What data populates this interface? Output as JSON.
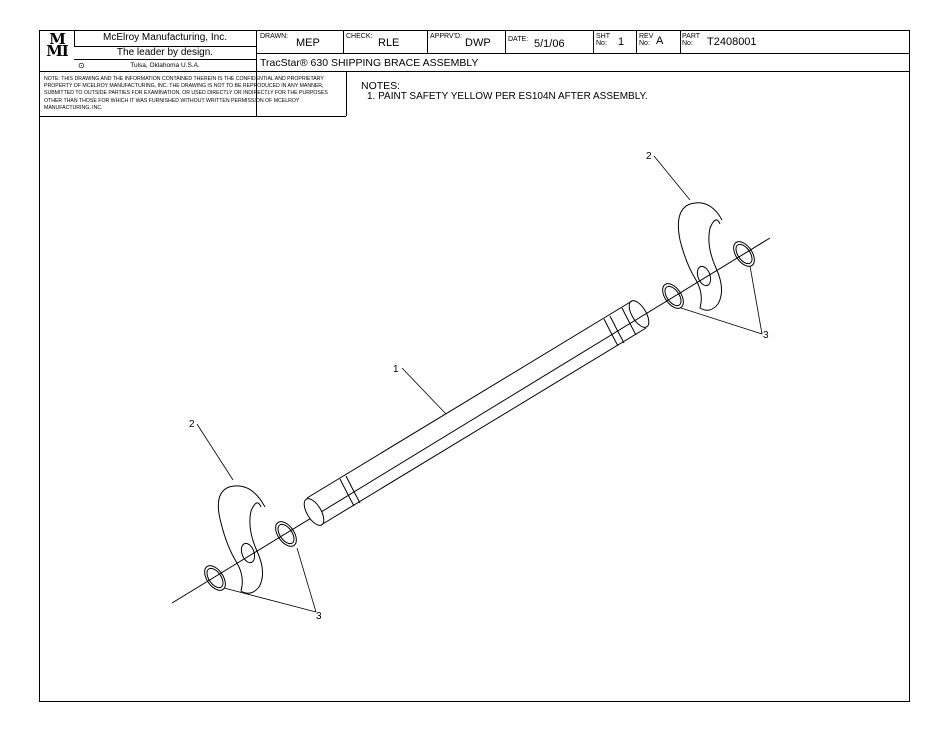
{
  "logo": {
    "line1": "M",
    "line2": "MI"
  },
  "company": {
    "name": "McElroy Manufacturing, Inc.",
    "tagline": "The leader by design.",
    "location": "Tulsa, Oklahoma U.S.A."
  },
  "title_block": {
    "drawn_label": "DRAWN:",
    "drawn": "MEP",
    "check_label": "CHECK:",
    "check": "RLE",
    "apprvd_label": "APPRV'D:",
    "apprvd": "DWP",
    "date_label": "DATE:",
    "date": "5/1/06",
    "sht_label_1": "SHT",
    "sht_label_2": "No:",
    "sht": "1",
    "rev_label_1": "REV",
    "rev_label_2": "No:",
    "rev": "A",
    "part_label_1": "PART",
    "part_label_2": "No:",
    "part": "T2408001",
    "drawing_title": "TracStar® 630 SHIPPING BRACE ASSEMBLY"
  },
  "disclaimer": "NOTE: THIS DRAWING AND THE INFORMATION CONTAINED THEREIN IS THE CONFIDENTIAL AND PROPRIETARY PROPERTY OF McElroy Manufacturing, Inc. THE DRAWING IS NOT TO BE REPRODUCED IN ANY MANNER, SUBMITTED TO OUTSIDE PARTIES FOR EXAMINATION, OR USED DIRECTLY OR INDIRECTLY FOR THE PURPOSES OTHER THAN THOSE FOR WHICH IT WAS FURNISHED WITHOUT WRITTEN PERMISSION OF McElroy Manufacturing, Inc.",
  "notes": {
    "heading": "NOTES:",
    "item1": "1.  PAINT SAFETY YELLOW PER ES104N AFTER ASSEMBLY."
  },
  "callouts": {
    "shaft": "1",
    "hook_top": "2",
    "hook_bottom": "2",
    "ring_top": "3",
    "ring_bottom": "3"
  }
}
